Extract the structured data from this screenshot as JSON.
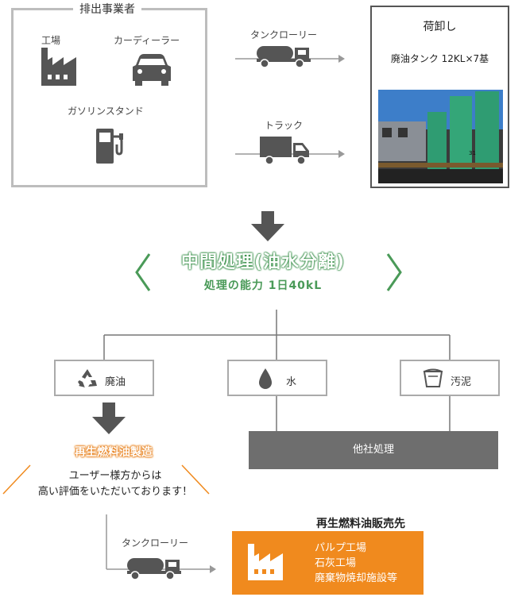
{
  "source": {
    "title": "排出事業者",
    "factory_label": "工場",
    "car_dealer_label": "カーディーラー",
    "gas_station_label": "ガソリンスタンド"
  },
  "transport": {
    "tanker_label": "タンクローリー",
    "truck_label": "トラック"
  },
  "unload": {
    "title": "荷卸し",
    "subtitle": "廃油タンク 12KL×7基"
  },
  "process": {
    "title": "中間処理(油水分離)",
    "capacity": "処理の能力 1日40kL"
  },
  "outputs": [
    {
      "label": "廃油",
      "icon": "recycle-icon"
    },
    {
      "label": "水",
      "icon": "water-drop-icon"
    },
    {
      "label": "汚泥",
      "icon": "bucket-icon"
    }
  ],
  "other_company": "他社処理",
  "regen": {
    "title": "再生燃料油製造",
    "desc_line1": "ユーザー様方からは",
    "desc_line2": "高い評価をいただいております！"
  },
  "bottom_transport": "タンクローリー",
  "destination": {
    "heading": "再生燃料油販売先",
    "items": [
      "パルプ工場",
      "石灰工場",
      "廃棄物焼却施設等"
    ]
  },
  "colors": {
    "green": "#4a9a58",
    "orange": "#f08a1e",
    "gray_bar": "#6e6e6e",
    "icon_gray": "#555555"
  }
}
